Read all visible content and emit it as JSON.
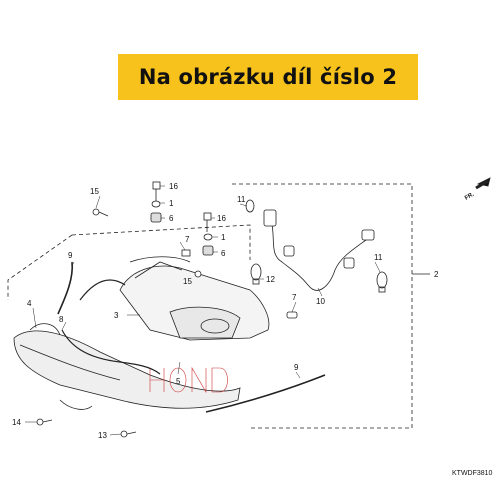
{
  "banner": {
    "text": "Na obrázku díl číslo 2",
    "background": "#f7c21b"
  },
  "direction_label": "FR.",
  "diagram_code": "KTWDF3810",
  "callouts": {
    "c1a": "1",
    "c1b": "1",
    "c2": "2",
    "c3": "3",
    "c4": "4",
    "c5": "5",
    "c6a": "6",
    "c6b": "6",
    "c7a": "7",
    "c7b": "7",
    "c8": "8",
    "c9a": "9",
    "c9b": "9",
    "c10": "10",
    "c11a": "11",
    "c11b": "11",
    "c12": "12",
    "c13": "13",
    "c14": "14",
    "c15a": "15",
    "c15b": "15",
    "c16a": "16",
    "c16b": "16"
  }
}
